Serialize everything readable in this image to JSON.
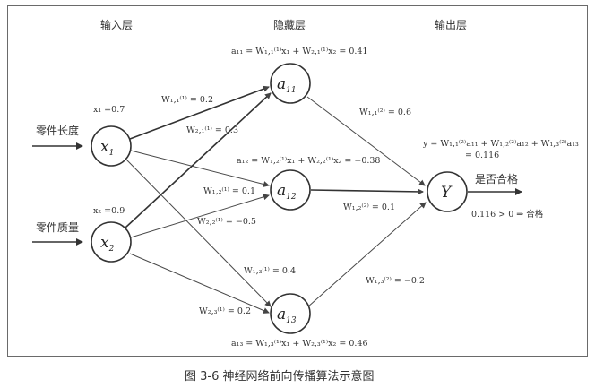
{
  "layers": {
    "input": "输入层",
    "hidden": "隐藏层",
    "output": "输出层"
  },
  "inputs": {
    "x1_label": "零件长度",
    "x2_label": "零件质量",
    "x1_value": "x₁ =0.7",
    "x2_value": "x₂ =0.9"
  },
  "nodes": {
    "x1": {
      "main": "x",
      "sub": "1"
    },
    "x2": {
      "main": "x",
      "sub": "2"
    },
    "a11": {
      "main": "a",
      "sub": "11"
    },
    "a12": {
      "main": "a",
      "sub": "12"
    },
    "a13": {
      "main": "a",
      "sub": "13"
    },
    "y": {
      "main": "Y",
      "sub": ""
    }
  },
  "weights_layer1": {
    "w11": "W₁,₁⁽¹⁾ = 0.2",
    "w21": "W₂,₁⁽¹⁾ = 0.3",
    "w12": "W₁,₂⁽¹⁾ = 0.1",
    "w22": "W₂,₂⁽¹⁾ = −0.5",
    "w13": "W₁,₃⁽¹⁾ = 0.4",
    "w23": "W₂,₃⁽¹⁾ = 0.2"
  },
  "weights_layer2": {
    "w11": "W₁,₁⁽²⁾ = 0.6",
    "w12": "W₁,₂⁽²⁾ = 0.1",
    "w13": "W₁,₃⁽²⁾ = −0.2"
  },
  "equations": {
    "a11": "a₁₁ = W₁,₁⁽¹⁾x₁ + W₂,₁⁽¹⁾x₂ = 0.41",
    "a12": "a₁₂ = W₁,₂⁽¹⁾x₁ + W₂,₂⁽¹⁾x₂ = −0.38",
    "a13": "a₁₃ = W₁,₃⁽¹⁾x₁ + W₂,₃⁽¹⁾x₂ = 0.46",
    "y_line1": "y = W₁,₁⁽²⁾a₁₁ + W₁,₂⁽²⁾a₁₂ + W₁,₃⁽²⁾a₁₃",
    "y_line2": "= 0.116"
  },
  "output": {
    "label": "是否合格",
    "decision": "0.116 > 0 ⇒ 合格"
  },
  "caption": "图 3-6    神经网络前向传播算法示意图"
}
